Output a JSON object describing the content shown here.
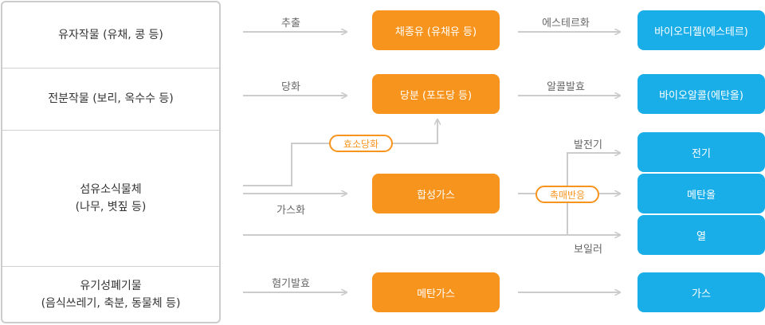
{
  "colors": {
    "orange": "#f7941d",
    "blue": "#1aaee8",
    "line": "#cccccc",
    "border": "#cccccc"
  },
  "sources": [
    {
      "label": "유자작물 (유채, 콩 등)"
    },
    {
      "label": "전분작물 (보리, 옥수수 등)"
    },
    {
      "label": "섬유소식물체\n(나무, 볏짚 등)"
    },
    {
      "label": "유기성폐기물\n(음식쓰레기, 축분, 동물체 등)"
    }
  ],
  "processes": {
    "extraction": "추출",
    "saccharification": "당화",
    "enzymatic_saccharification": "효소당화",
    "gasification": "가스화",
    "anaerobic_digestion": "혐기발효",
    "esterification": "에스테르화",
    "alcohol_fermentation": "알콜발효",
    "generator": "발전기",
    "catalytic_reaction": "촉매반응",
    "boiler": "보일러"
  },
  "intermediates": {
    "rapeseed_oil": "채종유 (유채유 등)",
    "sugar": "당분 (포도당 등)",
    "syngas": "합성가스",
    "methane_gas": "메탄가스"
  },
  "products": {
    "biodiesel": "바이오디젤(에스테르)",
    "bioalcohol": "바이오알콜(에탄올)",
    "electricity": "전기",
    "methanol": "메탄올",
    "heat": "열",
    "gas": "가스"
  }
}
